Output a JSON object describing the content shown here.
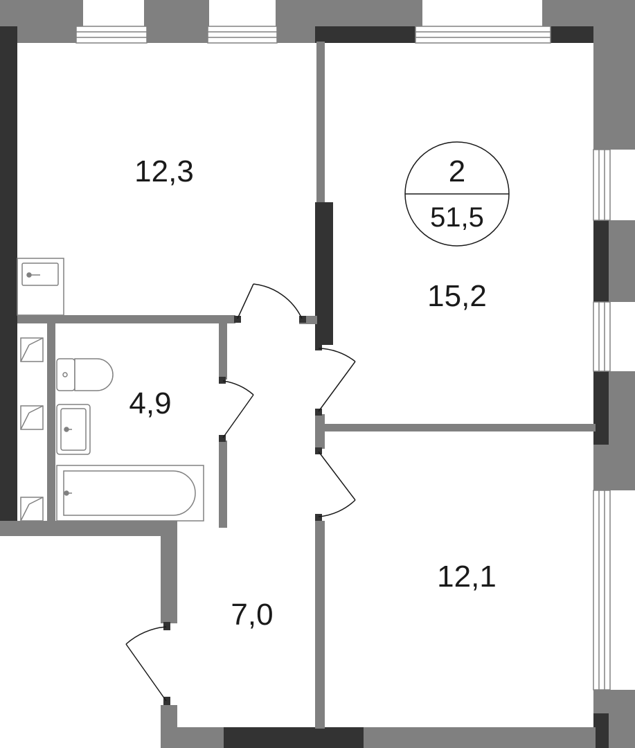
{
  "badge": {
    "rooms": "2",
    "total_area": "51,5"
  },
  "rooms": [
    {
      "id": "room-top-left",
      "area": "12,3"
    },
    {
      "id": "room-top-right",
      "area": "15,2"
    },
    {
      "id": "bathroom",
      "area": "4,9"
    },
    {
      "id": "hallway",
      "area": "7,0"
    },
    {
      "id": "room-bottom-right",
      "area": "12,1"
    }
  ],
  "colors": {
    "wall": "#808080",
    "wall_dark": "#333333",
    "line": "#1a1a1a",
    "background": "#ffffff"
  }
}
